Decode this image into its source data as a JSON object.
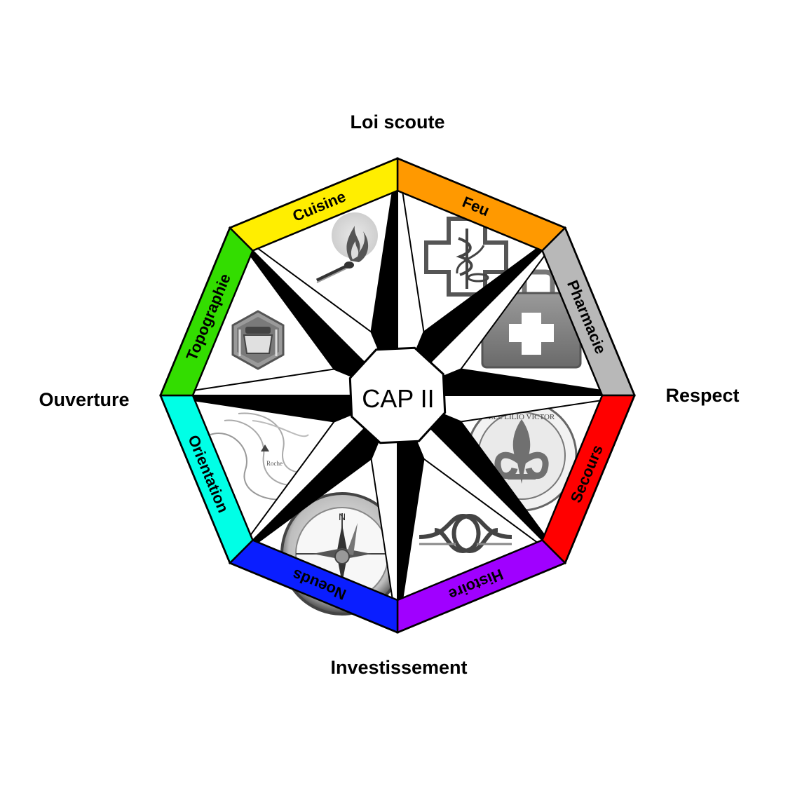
{
  "diagram": {
    "center_label": "CAP II",
    "cardinal_labels": {
      "top": "Loi scoute",
      "right": "Respect",
      "bottom": "Investissement",
      "left": "Ouverture"
    },
    "segments": [
      {
        "id": "feu",
        "label": "Feu",
        "color": "#ff9900",
        "icon": "match-flame-icon"
      },
      {
        "id": "pharmacie",
        "label": "Pharmacie",
        "color": "#b8b8b8",
        "icon": "pharmacy-cross-icon"
      },
      {
        "id": "secours",
        "label": "Secours",
        "color": "#ff0000",
        "icon": "first-aid-kit-icon"
      },
      {
        "id": "histoire",
        "label": "Histoire",
        "color": "#a000ff",
        "icon": "fleur-de-lis-seal-icon"
      },
      {
        "id": "noeuds",
        "label": "Noeuds",
        "color": "#0a1eff",
        "icon": "knot-icon"
      },
      {
        "id": "orientation",
        "label": "Orientation",
        "color": "#00ffe6",
        "icon": "compass-icon"
      },
      {
        "id": "topographie",
        "label": "Topographie",
        "color": "#33dd00",
        "icon": "topo-map-icon"
      },
      {
        "id": "cuisine",
        "label": "Cuisine",
        "color": "#ffee00",
        "icon": "cooking-pot-icon"
      }
    ],
    "seal_text": "ZEL LILIO VICTOR"
  }
}
